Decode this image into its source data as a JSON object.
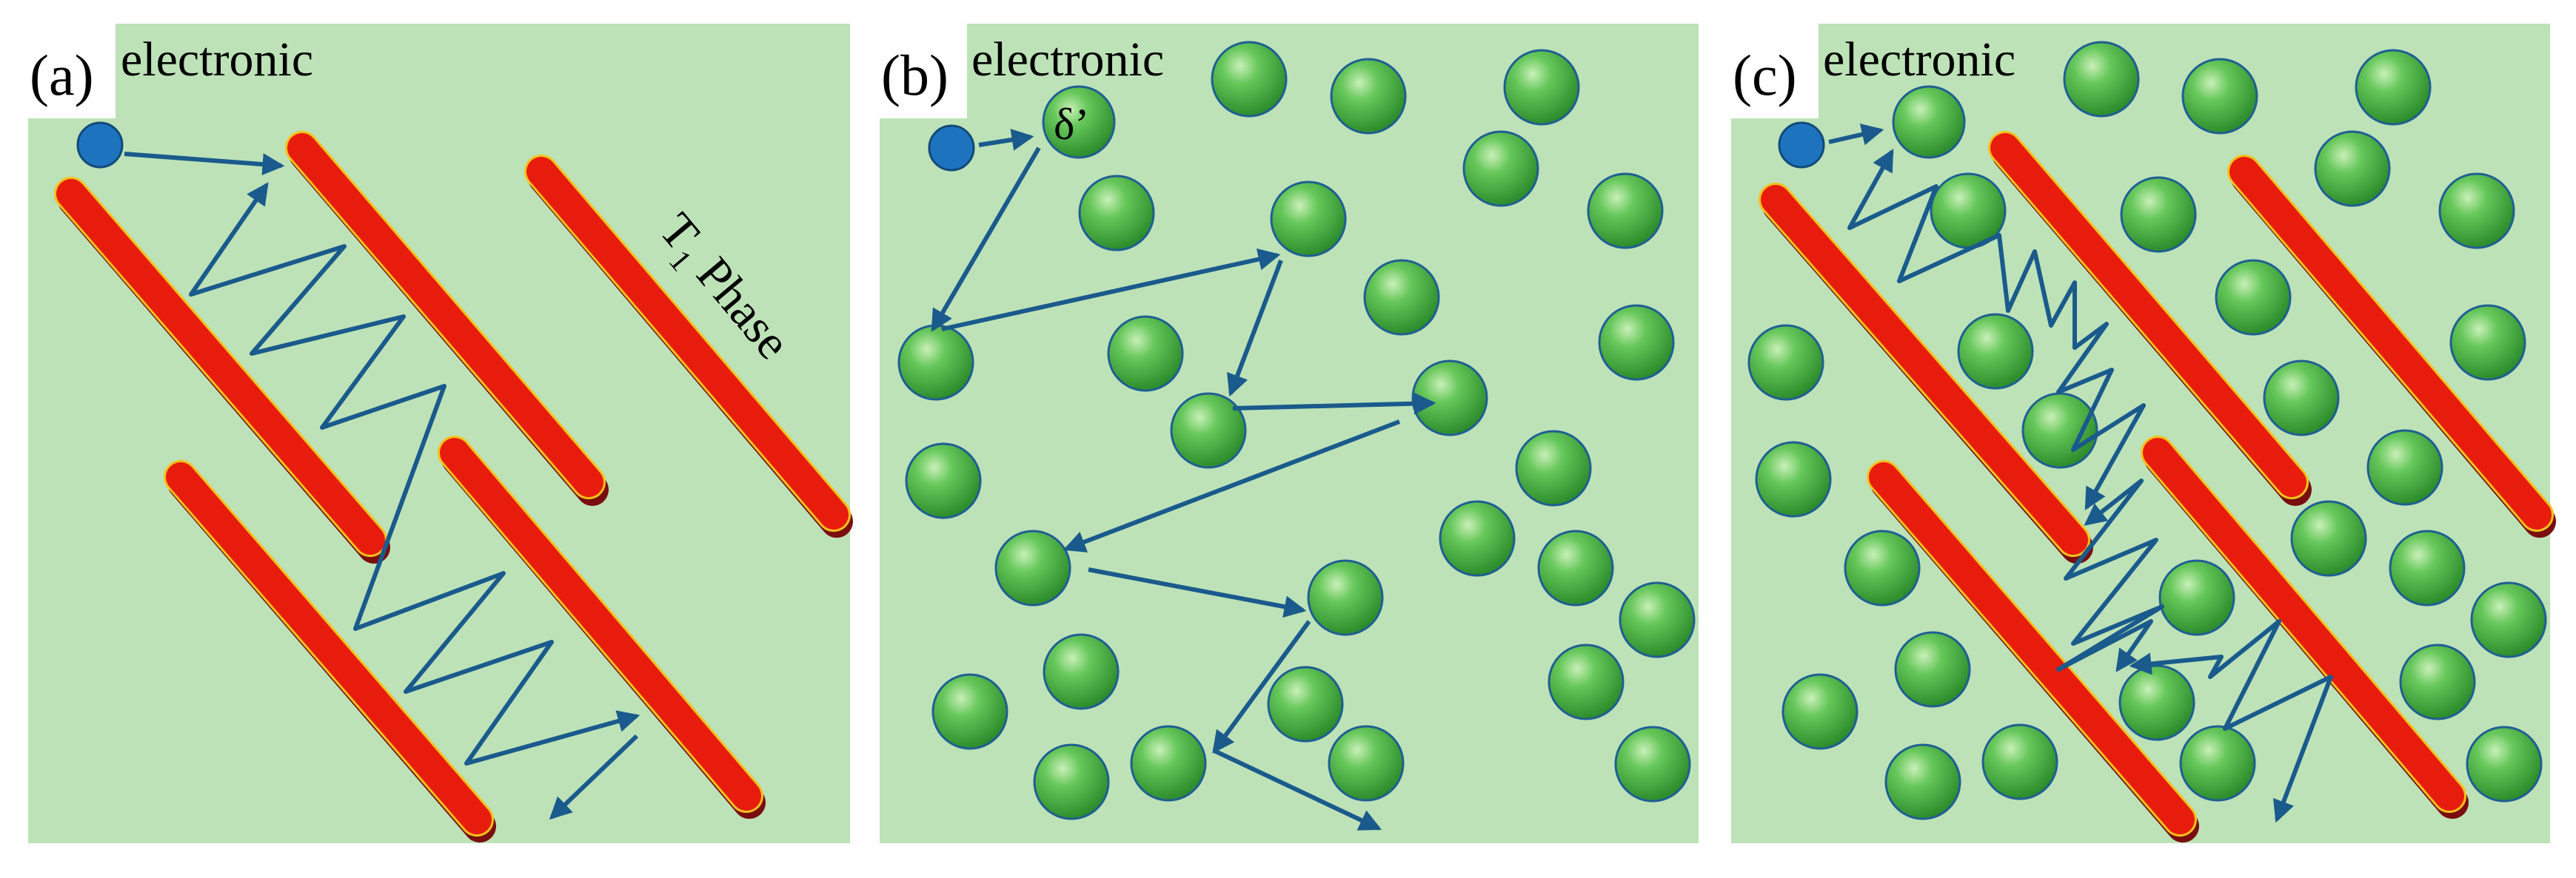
{
  "panels": [
    {
      "id": "a",
      "label": "(a)",
      "caption": "electronic",
      "annotation": "T",
      "annotation_sub": "1",
      "annotation_rest": " Phase"
    },
    {
      "id": "b",
      "label": "(b)",
      "caption": "electronic",
      "particle_label": "δ’"
    },
    {
      "id": "c",
      "label": "(c)",
      "caption": "electronic"
    }
  ],
  "colors": {
    "background": "#bde2b7",
    "t1_plate": "#e81c0c",
    "t1_plate_edge": "#f3c21d",
    "delta_prime_particle": "#3fa83a",
    "electron": "#1e73be",
    "scatter_path": "#1a5a8c"
  },
  "icons": [
    "electron-icon",
    "t1-plate",
    "delta-prime-particle",
    "scatter-arrow"
  ]
}
